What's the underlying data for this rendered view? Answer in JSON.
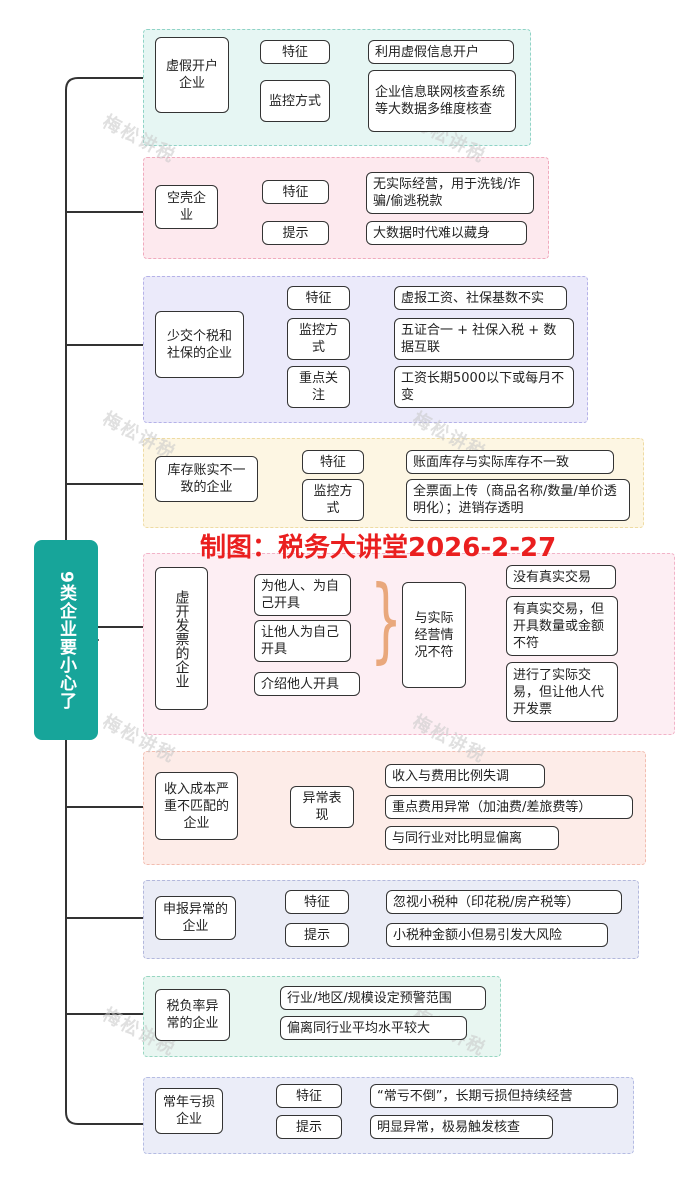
{
  "root": "9类企业要小心了",
  "watermark": "梅松讲税",
  "stamp": "制图：税务大讲堂2026-2-27",
  "brace": "}",
  "colors": {
    "root": "#17a59a",
    "stamp": "#ea1f1f",
    "branch_backgrounds": [
      "#e6f6f3",
      "#fde9ee",
      "#ebeafa",
      "#fdf6e3",
      "#fdeef3",
      "#fdece8",
      "#eaecf6",
      "#e8f6f1",
      "#ebedf8"
    ]
  },
  "branches": [
    {
      "title": "虚假开户企业",
      "items": [
        {
          "label": "特征",
          "value": "利用虚假信息开户"
        },
        {
          "label": "监控方式",
          "value": "企业信息联网核查系统等大数据多维度核查"
        }
      ]
    },
    {
      "title": "空壳企业",
      "items": [
        {
          "label": "特征",
          "value": "无实际经营，用于洗钱/诈骗/偷逃税款"
        },
        {
          "label": "提示",
          "value": "大数据时代难以藏身"
        }
      ]
    },
    {
      "title": "少交个税和社保的企业",
      "items": [
        {
          "label": "特征",
          "value": "虚报工资、社保基数不实"
        },
        {
          "label": "监控方式",
          "value": "五证合一 + 社保入税 + 数据互联"
        },
        {
          "label": "重点关注",
          "value": "工资长期5000以下或每月不变"
        }
      ]
    },
    {
      "title": "库存账实不一致的企业",
      "items": [
        {
          "label": "特征",
          "value": "账面库存与实际库存不一致"
        },
        {
          "label": "监控方式",
          "value": "全票面上传（商品名称/数量/单价透明化）；进销存透明"
        }
      ]
    },
    {
      "title": "虚开发票的企业",
      "types": [
        "为他人、为自己开具",
        "让他人为自己开具",
        "介绍他人开具"
      ],
      "mismatch": "与实际经营情况不符",
      "cases": [
        "没有真实交易",
        "有真实交易，但开具数量或金额不符",
        "进行了实际交易，但让他人代开发票"
      ]
    },
    {
      "title": "收入成本严重不匹配的企业",
      "label": "异常表现",
      "items": [
        "收入与费用比例失调",
        "重点费用异常（加油费/差旅费等）",
        "与同行业对比明显偏离"
      ]
    },
    {
      "title": "申报异常的企业",
      "items": [
        {
          "label": "特征",
          "value": "忽视小税种（印花税/房产税等）"
        },
        {
          "label": "提示",
          "value": "小税种金额小但易引发大风险"
        }
      ]
    },
    {
      "title": "税负率异常的企业",
      "items": [
        "行业/地区/规模设定预警范围",
        "偏离同行业平均水平较大"
      ]
    },
    {
      "title": "常年亏损企业",
      "items": [
        {
          "label": "特征",
          "value": "“常亏不倒”，长期亏损但持续经营"
        },
        {
          "label": "提示",
          "value": "明显异常，极易触发核查"
        }
      ]
    }
  ]
}
